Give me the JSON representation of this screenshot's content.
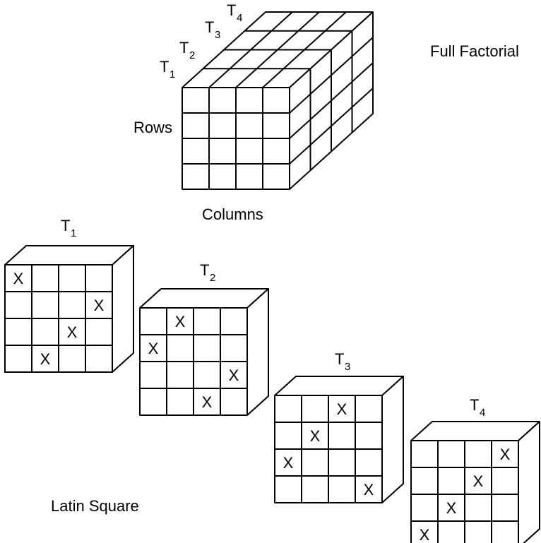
{
  "full_factorial": {
    "title": "Full Factorial",
    "rows_label": "Rows",
    "columns_label": "Columns",
    "treatments": [
      {
        "base": "T",
        "sub": "1"
      },
      {
        "base": "T",
        "sub": "2"
      },
      {
        "base": "T",
        "sub": "3"
      },
      {
        "base": "T",
        "sub": "4"
      }
    ]
  },
  "latin_square": {
    "title": "Latin Square",
    "mark": "X",
    "squares": [
      {
        "base": "T",
        "sub": "1",
        "x_cells": [
          [
            0,
            0
          ],
          [
            1,
            3
          ],
          [
            2,
            2
          ],
          [
            3,
            1
          ]
        ]
      },
      {
        "base": "T",
        "sub": "2",
        "x_cells": [
          [
            0,
            1
          ],
          [
            1,
            0
          ],
          [
            2,
            3
          ],
          [
            3,
            2
          ]
        ]
      },
      {
        "base": "T",
        "sub": "3",
        "x_cells": [
          [
            0,
            2
          ],
          [
            1,
            1
          ],
          [
            2,
            0
          ],
          [
            3,
            3
          ]
        ]
      },
      {
        "base": "T",
        "sub": "4",
        "x_cells": [
          [
            0,
            3
          ],
          [
            1,
            2
          ],
          [
            2,
            1
          ],
          [
            3,
            0
          ]
        ]
      }
    ]
  }
}
